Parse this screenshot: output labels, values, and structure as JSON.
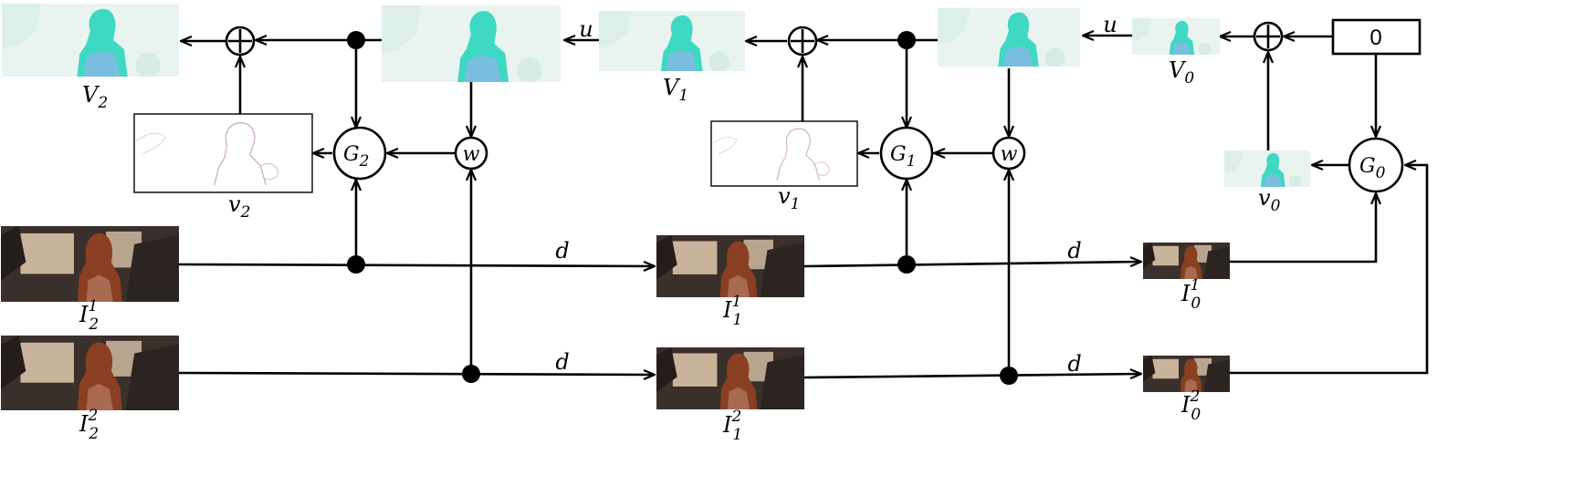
{
  "nodes": {
    "G2": {
      "base": "G",
      "sub": "2"
    },
    "G1": {
      "base": "G",
      "sub": "1"
    },
    "G0": {
      "base": "G",
      "sub": "0"
    },
    "w": "w",
    "zero": "0"
  },
  "labels": {
    "V2": {
      "base": "V",
      "sub": "2"
    },
    "V1": {
      "base": "V",
      "sub": "1"
    },
    "V0": {
      "base": "V",
      "sub": "0"
    },
    "v2": {
      "base": "v",
      "sub": "2"
    },
    "v1": {
      "base": "v",
      "sub": "1"
    },
    "v0": {
      "base": "v",
      "sub": "0"
    },
    "I21": {
      "base": "I",
      "sub": "2",
      "sup": "1"
    },
    "I22": {
      "base": "I",
      "sub": "2",
      "sup": "2"
    },
    "I11": {
      "base": "I",
      "sub": "1",
      "sup": "1"
    },
    "I12": {
      "base": "I",
      "sub": "1",
      "sup": "2"
    },
    "I01": {
      "base": "I",
      "sub": "0",
      "sup": "1"
    },
    "I02": {
      "base": "I",
      "sub": "0",
      "sup": "2"
    }
  },
  "edges": {
    "upsample": "u",
    "downsample": "d"
  },
  "colors": {
    "flow_bg": "#e9f4f1",
    "flow_subject": "#3fd8c2",
    "flow_subject_shade": "#8fb5e8",
    "residual_bg": "#ffffff",
    "frame_dark": "#3a302b",
    "frame_light": "#c9b39a",
    "hair": "#8a3e22"
  }
}
